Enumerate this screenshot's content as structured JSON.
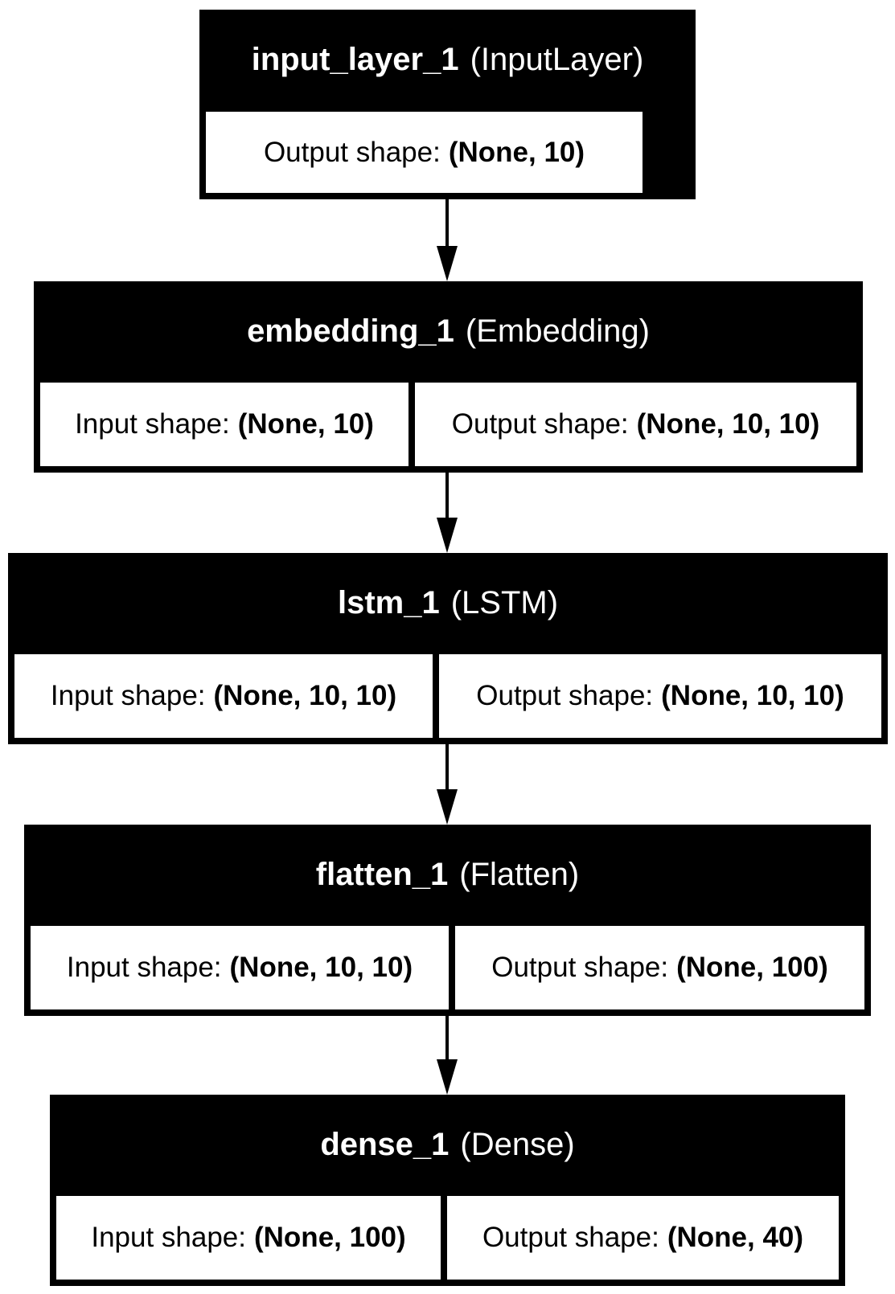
{
  "layers": [
    {
      "name": "input_layer_1",
      "type": "(InputLayer)",
      "output_label": "Output shape:",
      "output_shape": "(None, 10)"
    },
    {
      "name": "embedding_1",
      "type": "(Embedding)",
      "input_label": "Input shape:",
      "input_shape": "(None, 10)",
      "output_label": "Output shape:",
      "output_shape": "(None, 10, 10)"
    },
    {
      "name": "lstm_1",
      "type": "(LSTM)",
      "input_label": "Input shape:",
      "input_shape": "(None, 10, 10)",
      "output_label": "Output shape:",
      "output_shape": "(None, 10, 10)"
    },
    {
      "name": "flatten_1",
      "type": "(Flatten)",
      "input_label": "Input shape:",
      "input_shape": "(None, 10, 10)",
      "output_label": "Output shape:",
      "output_shape": "(None, 100)"
    },
    {
      "name": "dense_1",
      "type": "(Dense)",
      "input_label": "Input shape:",
      "input_shape": "(None, 100)",
      "output_label": "Output shape:",
      "output_shape": "(None, 40)"
    }
  ],
  "colors": {
    "node_fill": "#000000",
    "title_text": "#ffffff",
    "cell_fill": "#ffffff",
    "edge": "#000000"
  }
}
